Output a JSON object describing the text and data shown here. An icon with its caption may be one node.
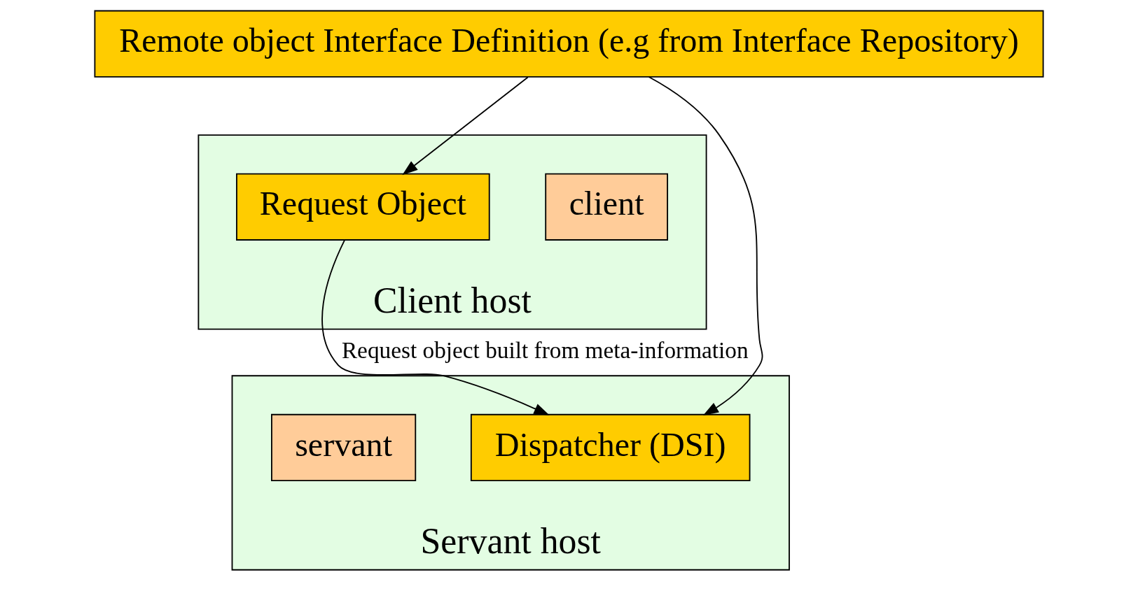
{
  "diagram": {
    "nodes": [
      {
        "text": [
          "Remote object Interface Definition (e.g from Interface Repository)"
        ]
      },
      {
        "text": [
          "Client host"
        ]
      },
      {
        "text": [
          "client"
        ],
        "in": 1
      },
      {
        "text": [
          "Request Object"
        ],
        "in": 1
      },
      {
        "text": [
          "Servant host"
        ]
      },
      {
        "text": [
          "Dispatcher (DSI)"
        ],
        "in": 4
      },
      {
        "text": [
          "servant"
        ],
        "in": 4
      }
    ],
    "edges": [
      {
        "from": 0,
        "to": 3,
        "arrow": "to"
      },
      {
        "from": 0,
        "to": 5,
        "arrow": "to"
      },
      {
        "from": 3,
        "to": 5,
        "arrow": "to",
        "label": "Request object built from meta-information"
      }
    ]
  }
}
